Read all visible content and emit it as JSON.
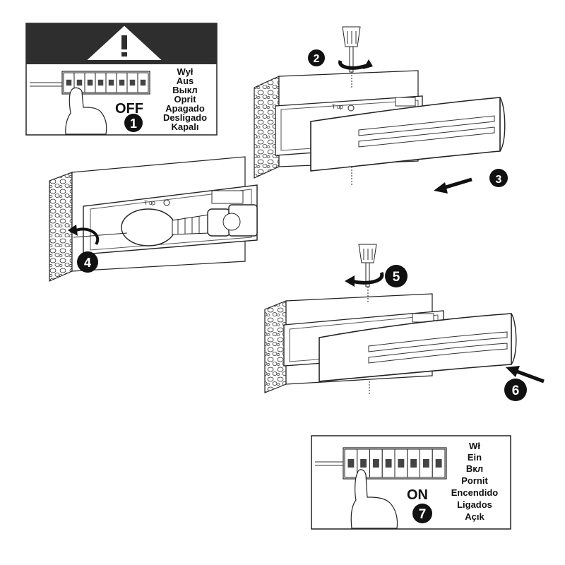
{
  "warning_panel": {
    "icon": "warning-triangle-icon",
    "state_label": "OFF",
    "step": "1",
    "words": [
      "Wył",
      "Aus",
      "Выкл",
      "Oprit",
      "Apagado",
      "Desligado",
      "Kapalı"
    ]
  },
  "on_panel": {
    "state_label": "ON",
    "step": "7",
    "words": [
      "Wł",
      "Ein",
      "Вкл",
      "Pornit",
      "Encendido",
      "Ligados",
      "Açık"
    ]
  },
  "steps": {
    "s2": "2",
    "s3": "3",
    "s4": "4",
    "s5": "5",
    "s6": "6"
  },
  "fixture_label": "T up",
  "icons": {
    "screwdriver": "screwdriver-icon",
    "rotate": "rotate-arrow-icon",
    "hand": "hand-pressing-icon",
    "bulb": "light-bulb-icon",
    "arrow": "direction-arrow-icon"
  }
}
